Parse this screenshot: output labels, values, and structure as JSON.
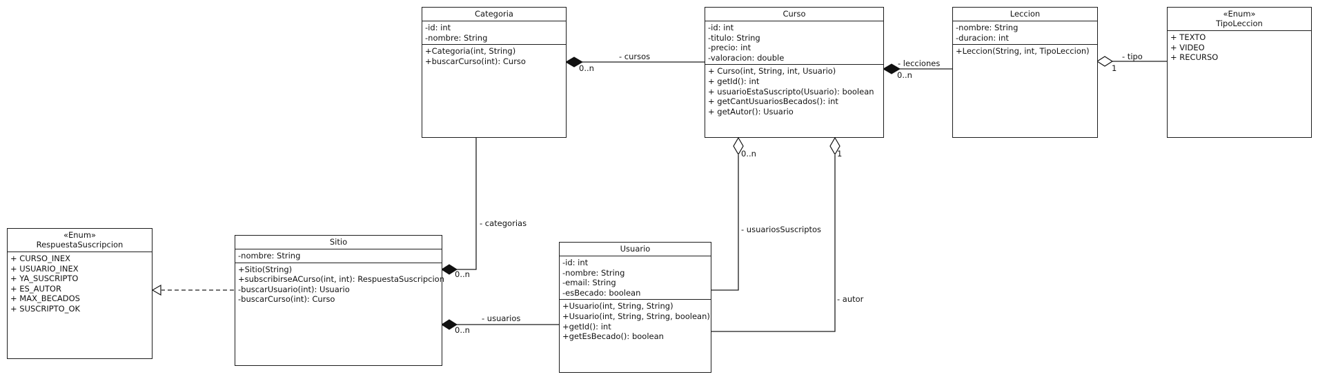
{
  "classes": {
    "categoria": {
      "name": "Categoria",
      "attributes": [
        "-id: int",
        "-nombre: String"
      ],
      "methods": [
        "+Categoria(int, String)",
        "+buscarCurso(int): Curso"
      ]
    },
    "curso": {
      "name": "Curso",
      "attributes": [
        "-id: int",
        "-titulo: String",
        "-precio: int",
        "-valoracion: double"
      ],
      "methods": [
        "+ Curso(int, String, int, Usuario)",
        "+ getId(): int",
        "+ usuarioEstaSuscripto(Usuario): boolean",
        "+ getCantUsuariosBecados(): int",
        "+ getAutor(): Usuario"
      ]
    },
    "leccion": {
      "name": "Leccion",
      "attributes": [
        "-nombre: String",
        "-duracion: int"
      ],
      "methods": [
        "+Leccion(String, int, TipoLeccion)"
      ]
    },
    "tipoLeccion": {
      "stereotype": "«Enum»",
      "name": "TipoLeccion",
      "values": [
        "+ TEXTO",
        "+ VIDEO",
        "+ RECURSO"
      ]
    },
    "respuestaSuscripcion": {
      "stereotype": "«Enum»",
      "name": "RespuestaSuscripcion",
      "values": [
        "+ CURSO_INEX",
        "+ USUARIO_INEX",
        "+ YA_SUSCRIPTO",
        "+ ES_AUTOR",
        "+ MAX_BECADOS",
        "+ SUSCRIPTO_OK"
      ]
    },
    "sitio": {
      "name": "Sitio",
      "attributes": [
        "-nombre: String"
      ],
      "methods": [
        "+Sitio(String)",
        "+subscribirseACurso(int, int): RespuestaSuscripcion",
        "-buscarUsuario(int): Usuario",
        "-buscarCurso(int): Curso"
      ]
    },
    "usuario": {
      "name": "Usuario",
      "attributes": [
        "-id: int",
        "-nombre: String",
        "-email: String",
        "-esBecado: boolean"
      ],
      "methods": [
        "+Usuario(int, String, String)",
        "+Usuario(int, String, String, boolean)",
        "+getId(): int",
        "+getEsBecado(): boolean"
      ]
    }
  },
  "relations": {
    "cursos": {
      "role": "- cursos",
      "multiplicity": "0..n"
    },
    "lecciones": {
      "role": "- lecciones",
      "multiplicity": "0..n"
    },
    "tipo": {
      "role": "- tipo",
      "multiplicity": "1"
    },
    "categorias": {
      "role": "- categorias",
      "multiplicity": "0..n"
    },
    "usuarios": {
      "role": "- usuarios",
      "multiplicity": "0..n"
    },
    "usuariosSuscriptos": {
      "role": "- usuariosSuscriptos",
      "multiplicity": "0..n"
    },
    "autor": {
      "role": "- autor",
      "multiplicity": "1"
    }
  }
}
